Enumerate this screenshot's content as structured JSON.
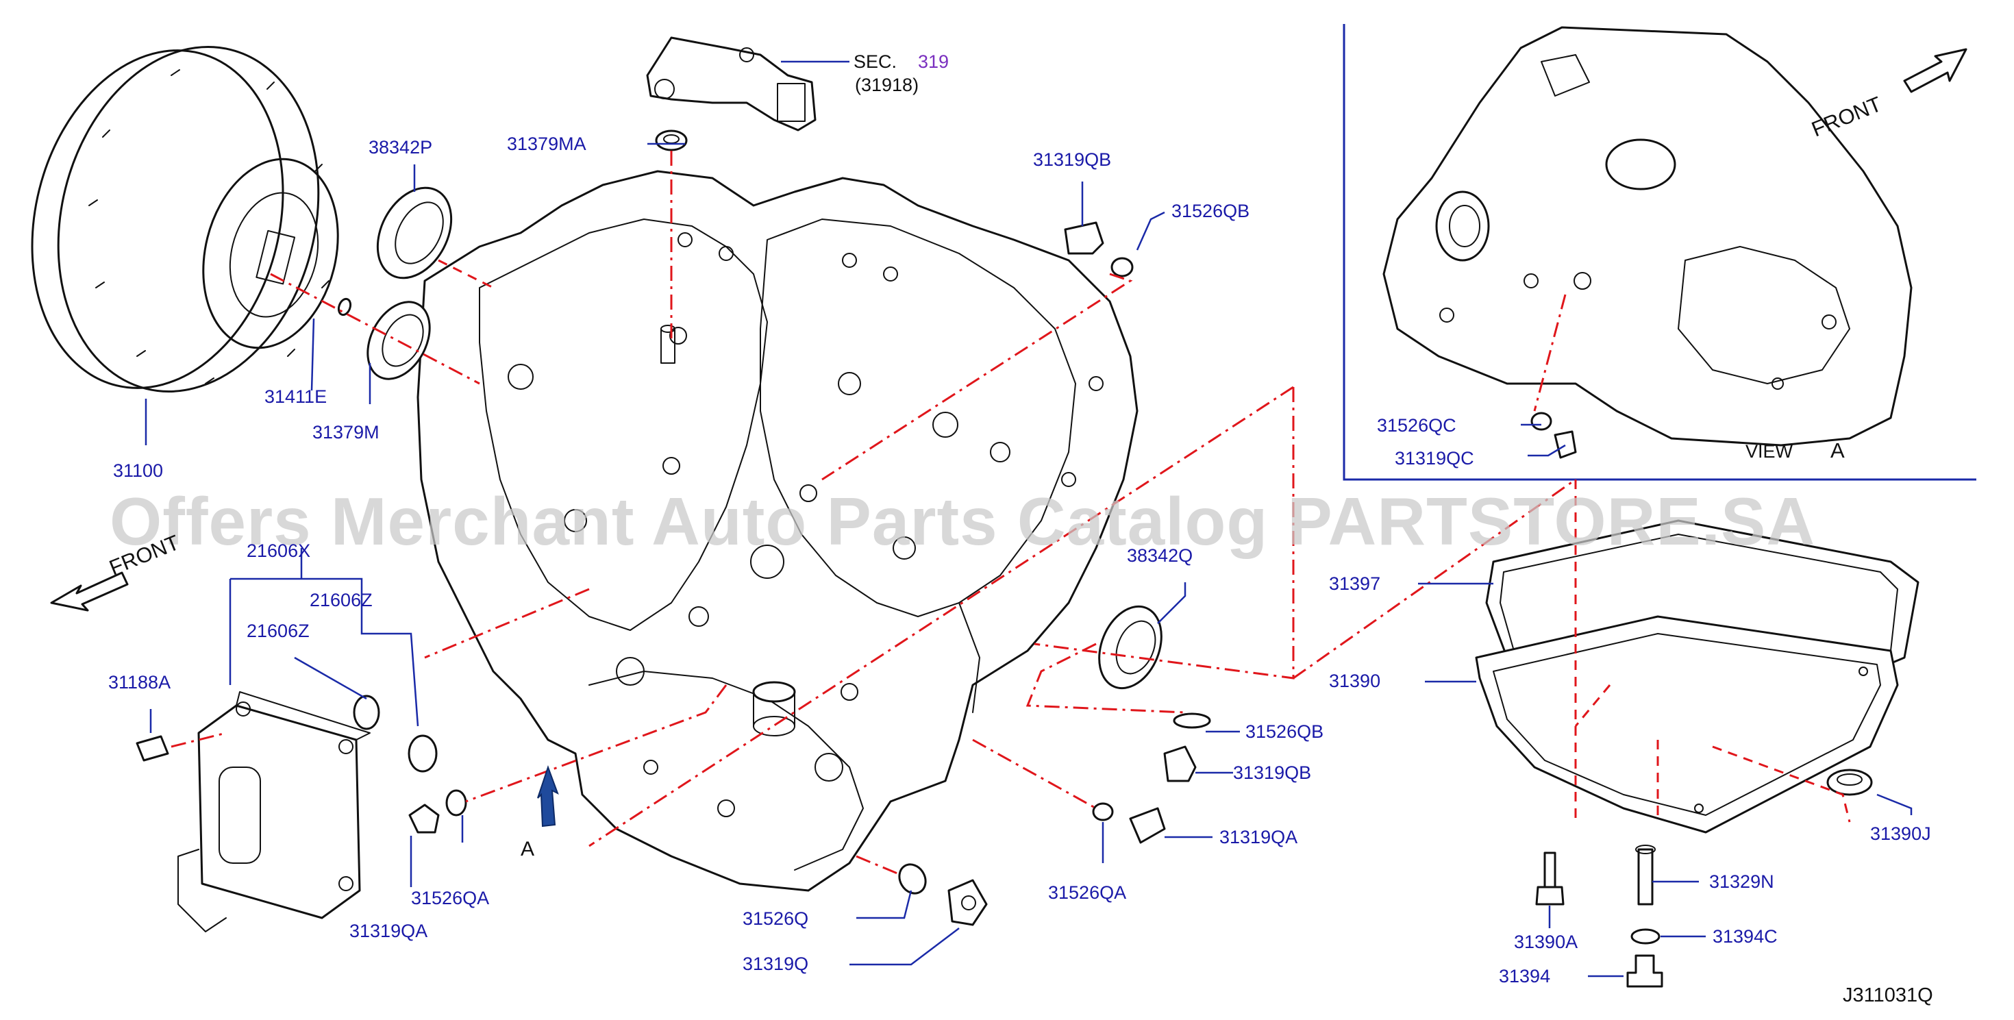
{
  "diagram_id": "J311031Q",
  "watermark": "Offers Merchant Auto Parts Catalog PARTSTORE.SA",
  "section_ref": {
    "prefix": "SEC.",
    "number": "319",
    "sub": "(31918)"
  },
  "front_label": "FRONT",
  "view": {
    "label": "VIEW",
    "letter": "A"
  },
  "arrow_letter": "A",
  "parts": {
    "p31100": "31100",
    "p38342P": "38342P",
    "p31411E": "31411E",
    "p31379M": "31379M",
    "p31379MA": "31379MA",
    "p31319QB_top": "31319QB",
    "p31526QB_top": "31526QB",
    "p31526QC": "31526QC",
    "p31319QC": "31319QC",
    "p21606X": "21606X",
    "p21606Z_a": "21606Z",
    "p21606Z_b": "21606Z",
    "p31188A": "31188A",
    "p31526QA_left": "31526QA",
    "p31319QA_left": "31319QA",
    "p38342Q": "38342Q",
    "p31526QB_mid": "31526QB",
    "p31319QB_mid": "31319QB",
    "p31319QA_right": "31319QA",
    "p31526QA_right": "31526QA",
    "p31526Q": "31526Q",
    "p31319Q": "31319Q",
    "p31397": "31397",
    "p31390": "31390",
    "p31390J": "31390J",
    "p31329N": "31329N",
    "p31390A": "31390A",
    "p31394C": "31394C",
    "p31394": "31394"
  }
}
